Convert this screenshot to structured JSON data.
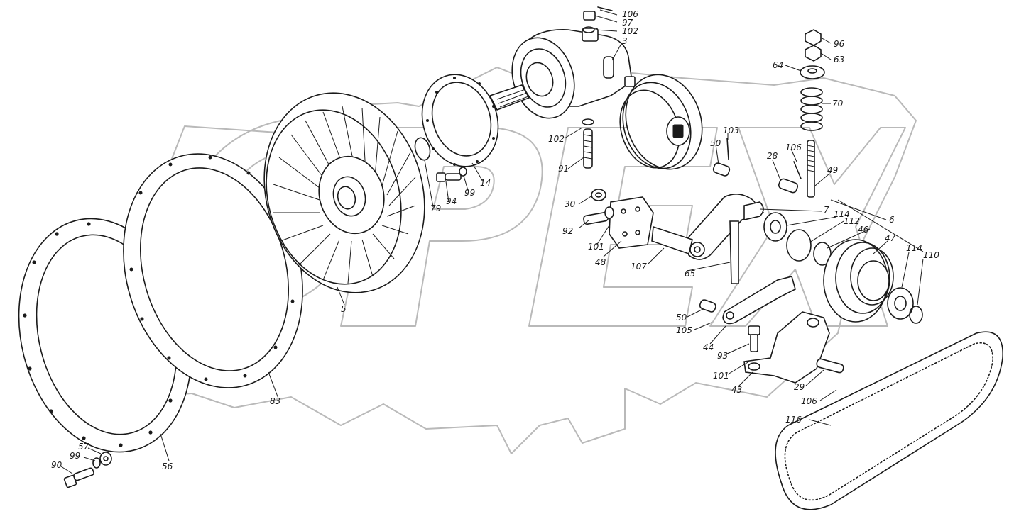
{
  "callouts": [
    {
      "id": "c106a",
      "text": "106"
    },
    {
      "id": "c97",
      "text": "97"
    },
    {
      "id": "c102a",
      "text": "102"
    },
    {
      "id": "c3",
      "text": "3"
    },
    {
      "id": "c96",
      "text": "96"
    },
    {
      "id": "c63",
      "text": "63"
    },
    {
      "id": "c64",
      "text": "64"
    },
    {
      "id": "c70",
      "text": "70"
    },
    {
      "id": "c102b",
      "text": "102"
    },
    {
      "id": "c103",
      "text": "103"
    },
    {
      "id": "c50a",
      "text": "50"
    },
    {
      "id": "c106b",
      "text": "106"
    },
    {
      "id": "c28",
      "text": "28"
    },
    {
      "id": "c91",
      "text": "91"
    },
    {
      "id": "c49",
      "text": "49"
    },
    {
      "id": "c14",
      "text": "14"
    },
    {
      "id": "c99a",
      "text": "99"
    },
    {
      "id": "c94",
      "text": "94"
    },
    {
      "id": "c79",
      "text": "79"
    },
    {
      "id": "c30",
      "text": "30"
    },
    {
      "id": "c7",
      "text": "7"
    },
    {
      "id": "c114a",
      "text": "114"
    },
    {
      "id": "c112",
      "text": "112"
    },
    {
      "id": "c6",
      "text": "6"
    },
    {
      "id": "c46",
      "text": "46"
    },
    {
      "id": "c47",
      "text": "47"
    },
    {
      "id": "c92",
      "text": "92"
    },
    {
      "id": "c101a",
      "text": "101"
    },
    {
      "id": "c48",
      "text": "48"
    },
    {
      "id": "c107",
      "text": "107"
    },
    {
      "id": "c65",
      "text": "65"
    },
    {
      "id": "c114b",
      "text": "114"
    },
    {
      "id": "c110",
      "text": "110"
    },
    {
      "id": "c5",
      "text": "5"
    },
    {
      "id": "c50b",
      "text": "50"
    },
    {
      "id": "c105",
      "text": "105"
    },
    {
      "id": "c44",
      "text": "44"
    },
    {
      "id": "c93",
      "text": "93"
    },
    {
      "id": "c101b",
      "text": "101"
    },
    {
      "id": "c43",
      "text": "43"
    },
    {
      "id": "c29",
      "text": "29"
    },
    {
      "id": "c106c",
      "text": "106"
    },
    {
      "id": "c83",
      "text": "83"
    },
    {
      "id": "c116",
      "text": "116"
    },
    {
      "id": "c57",
      "text": "57"
    },
    {
      "id": "c99b",
      "text": "99"
    },
    {
      "id": "c90",
      "text": "90"
    },
    {
      "id": "c56",
      "text": "56"
    }
  ],
  "watermark": {
    "text": "OPEX"
  }
}
